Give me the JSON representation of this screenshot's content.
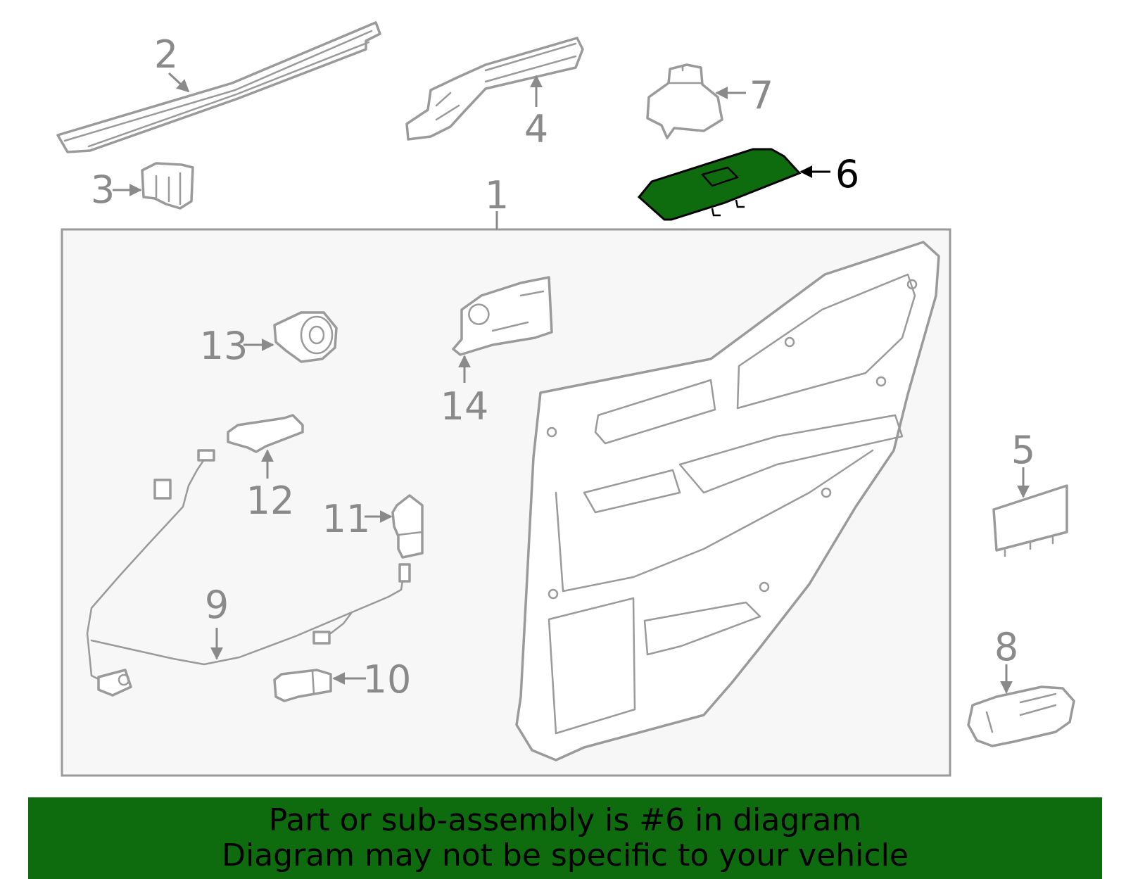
{
  "callouts": [
    {
      "id": "1",
      "label": "1"
    },
    {
      "id": "2",
      "label": "2"
    },
    {
      "id": "3",
      "label": "3"
    },
    {
      "id": "4",
      "label": "4"
    },
    {
      "id": "5",
      "label": "5"
    },
    {
      "id": "6",
      "label": "6",
      "highlighted": true
    },
    {
      "id": "7",
      "label": "7"
    },
    {
      "id": "8",
      "label": "8"
    },
    {
      "id": "9",
      "label": "9"
    },
    {
      "id": "10",
      "label": "10"
    },
    {
      "id": "11",
      "label": "11"
    },
    {
      "id": "12",
      "label": "12"
    },
    {
      "id": "13",
      "label": "13"
    },
    {
      "id": "14",
      "label": "14"
    }
  ],
  "highlight_color": "#0e6b0e",
  "banner": {
    "line1": "Part or sub-assembly is #6 in diagram",
    "line2": "Diagram may not be specific to your vehicle"
  }
}
